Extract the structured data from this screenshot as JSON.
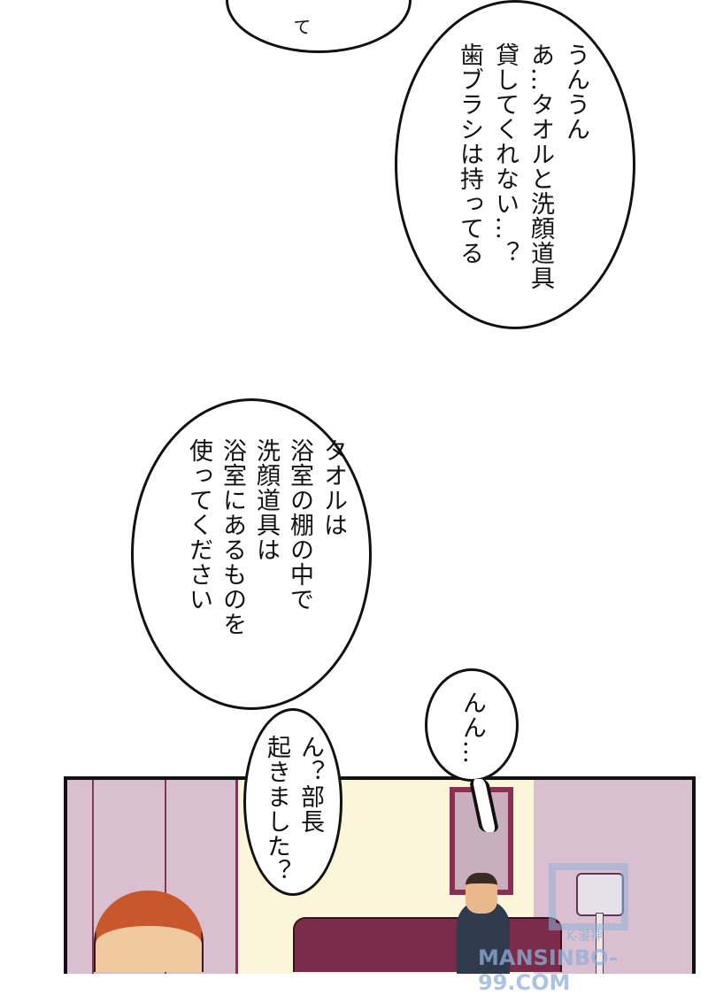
{
  "bubbles": {
    "top_partial": {
      "text": "て"
    },
    "large_top": {
      "lines": [
        "うんうん",
        "あ…タオルと洗顔道具",
        "貸してくれない…？",
        "歯ブラシは持ってる"
      ]
    },
    "middle": {
      "lines": [
        "タオルは",
        "浴室の棚の中で",
        "洗顔道具は",
        "浴室にあるものを",
        "使ってください"
      ]
    },
    "groan": {
      "lines": [
        "んん…"
      ]
    },
    "question": {
      "lines": [
        "ん？部長",
        "起きました？"
      ]
    }
  },
  "watermark": {
    "text": "K-漫神",
    "url_text": "MANSINBO-99.COM"
  },
  "colors": {
    "wall": "#d9bfd0",
    "wall_light": "#fbf5da",
    "sofa": "#7b2c4a",
    "hair": "#c8582c",
    "watermark": "#8fb0d8"
  }
}
